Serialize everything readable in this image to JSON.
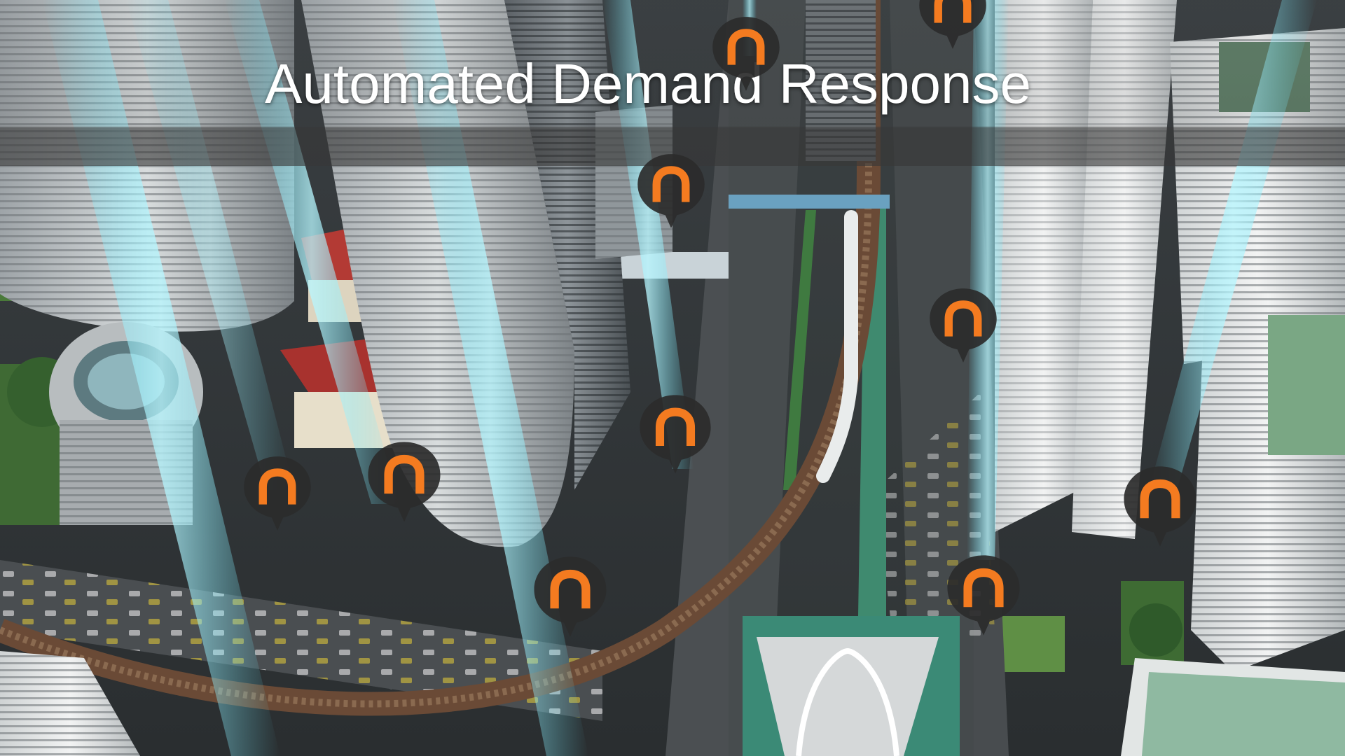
{
  "slide": {
    "title": "Automated Demand Response"
  },
  "colors": {
    "marker_fill": "#2b2b2b",
    "marker_glyph": "#f47b20",
    "beam": "#5fe8ff",
    "title_text": "#ffffff"
  },
  "icons": {
    "marker": "location-pin-icon",
    "glyph": "arch-logo-icon"
  },
  "markers": [
    {
      "id": 1
    },
    {
      "id": 2
    },
    {
      "id": 3
    },
    {
      "id": 4
    },
    {
      "id": 5
    },
    {
      "id": 6
    },
    {
      "id": 7
    },
    {
      "id": 8
    },
    {
      "id": 9
    },
    {
      "id": 10
    },
    {
      "id": 11
    }
  ]
}
